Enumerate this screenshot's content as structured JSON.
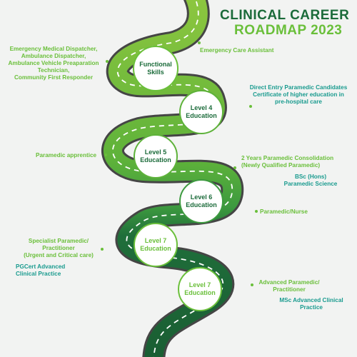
{
  "title": {
    "line1": "CLINICAL CAREER",
    "line2": "ROADMAP 2023"
  },
  "colors": {
    "dark_green": "#1b6b3a",
    "light_green": "#6abf3a",
    "teal": "#1a9b8f",
    "road_edge": "#454545"
  },
  "stages": [
    {
      "label": "Functional\nSkills"
    },
    {
      "label": "Level 4\nEducation"
    },
    {
      "label": "Level 5\nEducation"
    },
    {
      "label": "Level 6\nEducation"
    },
    {
      "label": "Level 7\nEducation"
    },
    {
      "label": "Level 7\nEducation"
    }
  ],
  "annotations": {
    "emergency_roles": "Emergency Medical Dispatcher,\nAmbulance Dispatcher,\nAmbulance Vehicle Preaparation\nTechnician,\nCommunity First Responder",
    "emergency_care_assistant": "Emergency Care Assistant",
    "direct_entry": "Direct Entry Paramedic Candidates\nCertificate of higher education in\npre-hospital care",
    "paramedic_apprentice": "Paramedic apprentice",
    "consolidation": "2 Years Paramedic Consolidation\n(Newly Qualified Paramedic)",
    "bsc": "BSc (Hons)\nParamedic Science",
    "paramedic_nurse": "Paramedic/Nurse",
    "specialist": "Specialist Paramedic/\nPractitioner\n(Urgent and Critical care)",
    "pgcert": "PGCert Advanced\nClinical Practice",
    "advanced": "Advanced Paramedic/\nPractitioner",
    "msc": "MSc Advanced Clinical\nPractice"
  }
}
